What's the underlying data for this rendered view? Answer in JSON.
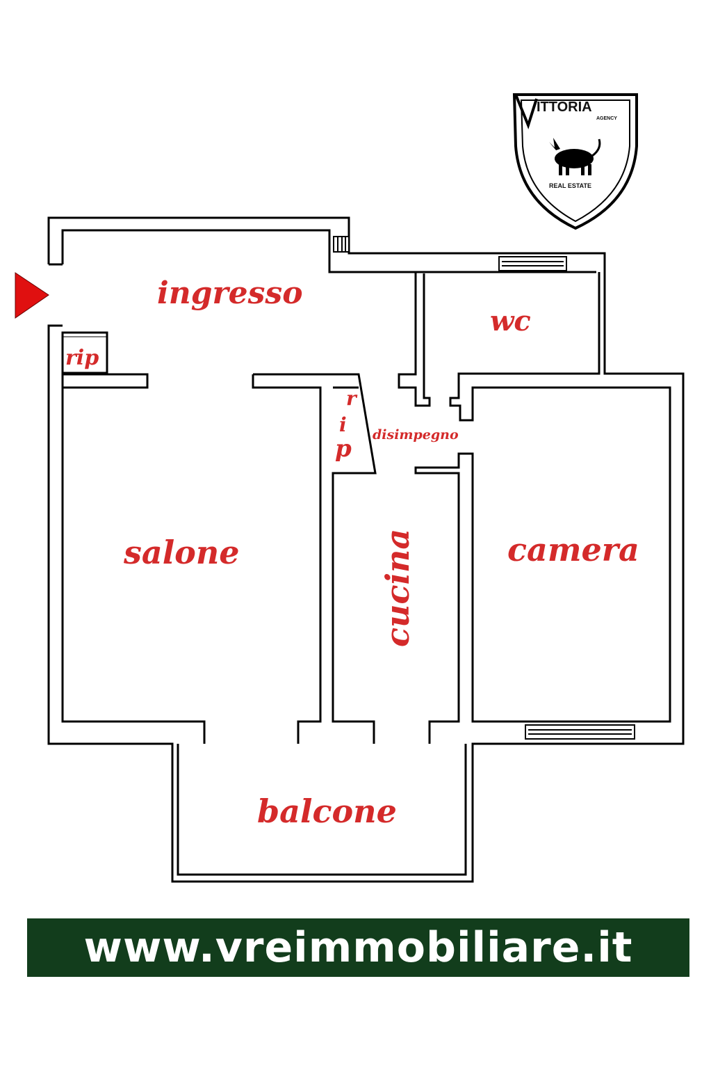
{
  "logo": {
    "brand": "ITTORIA",
    "sub": "AGENCY",
    "tagline": "REAL ESTATE"
  },
  "rooms": {
    "ingresso": "ingresso",
    "wc": "wc",
    "rip1": "rip",
    "rip2_r": "r",
    "rip2_i": "i",
    "rip2_p": "p",
    "disimpegno": "disimpegno",
    "salone": "salone",
    "cucina": "cucina",
    "camera": "camera",
    "balcone": "balcone"
  },
  "banner": {
    "url": "www.vreimmobiliare.it"
  },
  "colors": {
    "label": "#d42a2a",
    "banner_bg": "#123d1c",
    "entrance_arrow": "#e01010"
  }
}
